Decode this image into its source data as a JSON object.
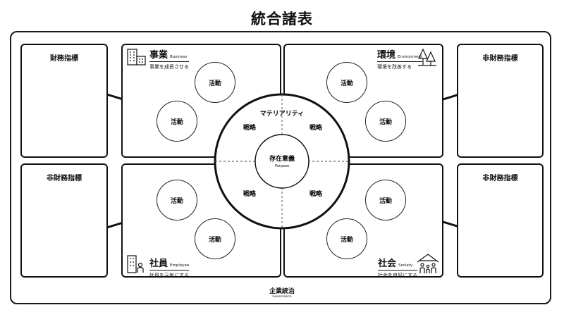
{
  "title": "統合諸表",
  "financial": {
    "top_left": "財務指標",
    "bottom_left": "非財務指標",
    "top_right": "非財務指標",
    "bottom_right": "非財務指標"
  },
  "quadrants": {
    "business": {
      "title": "事業",
      "en": "Business",
      "sub": "事業を成長させる",
      "icon": "building-icon"
    },
    "environment": {
      "title": "環境",
      "en": "Environment",
      "sub": "環境を改善する",
      "icon": "trees-icon"
    },
    "employee": {
      "title": "社員",
      "en": "Employee",
      "sub": "社員を元気にする",
      "icon": "people-icon"
    },
    "society": {
      "title": "社会",
      "en": "Society",
      "sub": "社会を良好にする",
      "icon": "house-family-icon"
    }
  },
  "activity_label": "活動",
  "center": {
    "outer_label": "マテリアリティ",
    "strategy_label": "戦略",
    "purpose_ja": "存在意義",
    "purpose_en": "Purpose"
  },
  "footer": {
    "ja": "企業統治",
    "en": "Governance"
  }
}
